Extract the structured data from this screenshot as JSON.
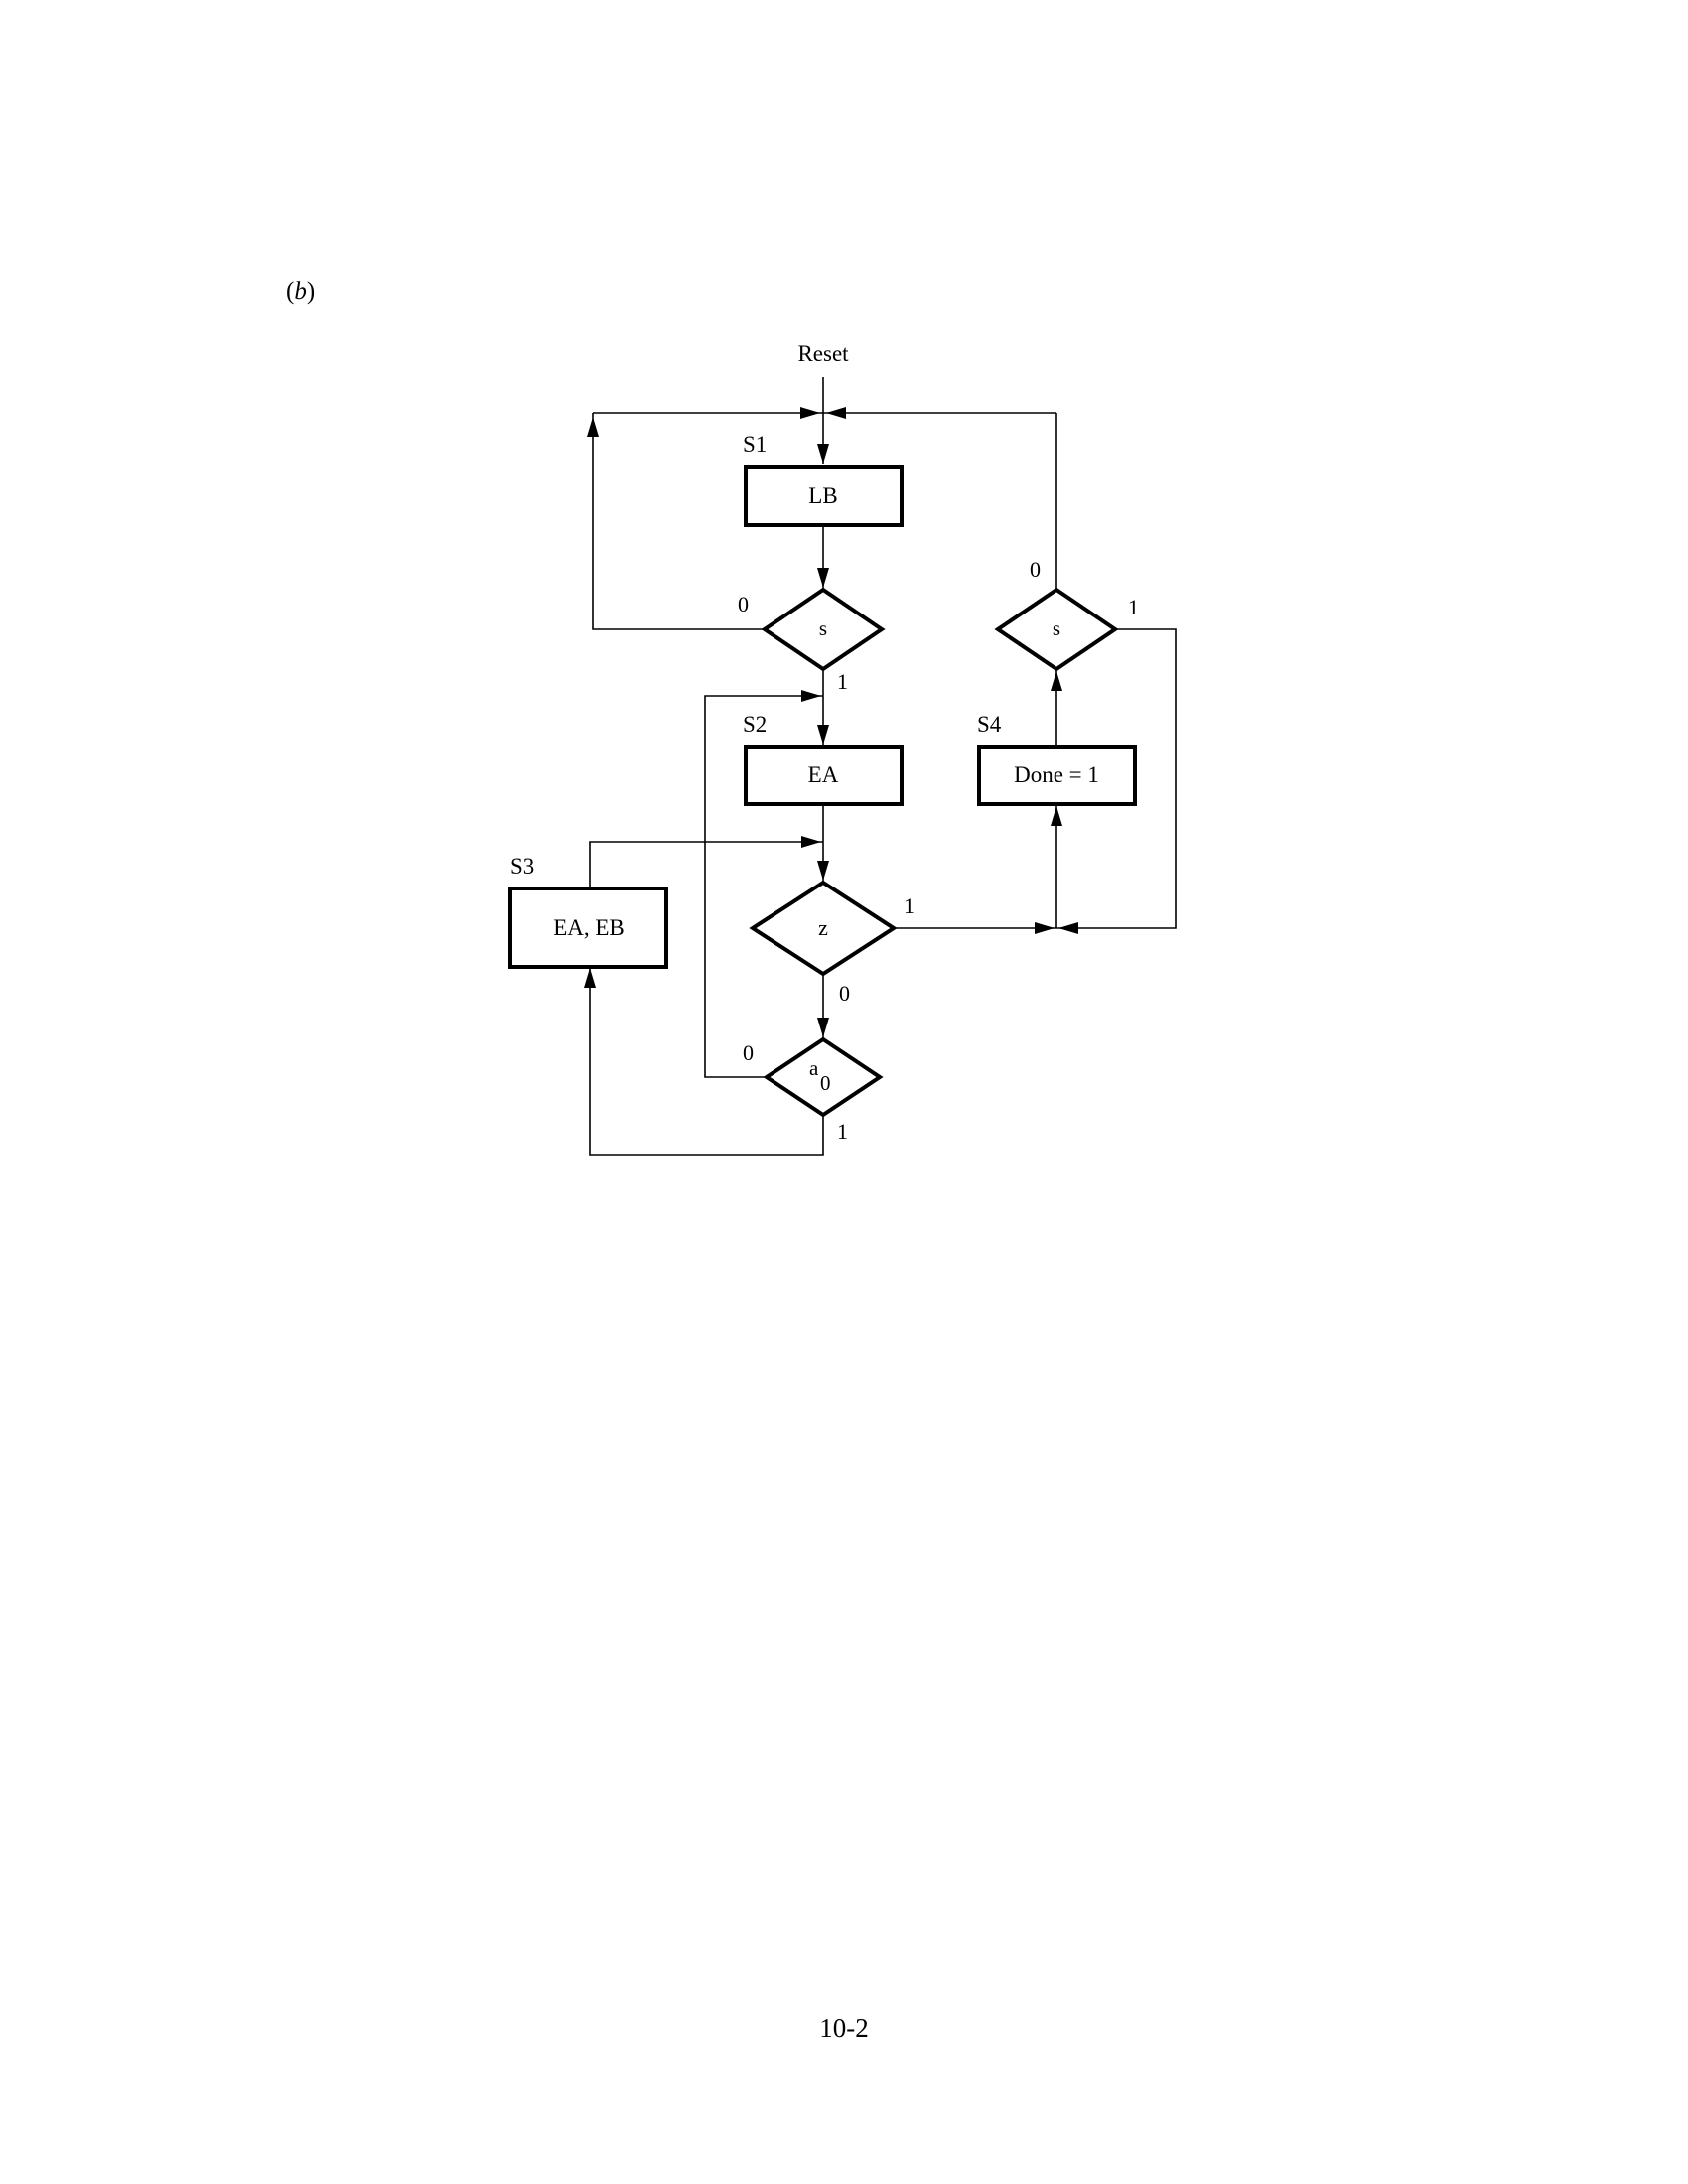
{
  "part_label": {
    "open": "(",
    "letter": "b",
    "close": ")"
  },
  "reset": "Reset",
  "states": {
    "s1": {
      "name": "S1",
      "action": "LB"
    },
    "s2": {
      "name": "S2",
      "action": "EA"
    },
    "s3": {
      "name": "S3",
      "action": "EA, EB"
    },
    "s4": {
      "name": "S4",
      "action": "Done = 1"
    }
  },
  "decisions": {
    "s_in_s1": {
      "condition": "s",
      "label_0": "0",
      "label_1": "1"
    },
    "s_in_s4": {
      "condition": "s",
      "label_0": "0",
      "label_1": "1"
    },
    "z": {
      "condition": "z",
      "label_1": "1",
      "label_0": "0"
    },
    "a0": {
      "condition_base": "a",
      "condition_sub": "0",
      "label_0": "0",
      "label_1": "1"
    }
  },
  "page_number": "10-2"
}
